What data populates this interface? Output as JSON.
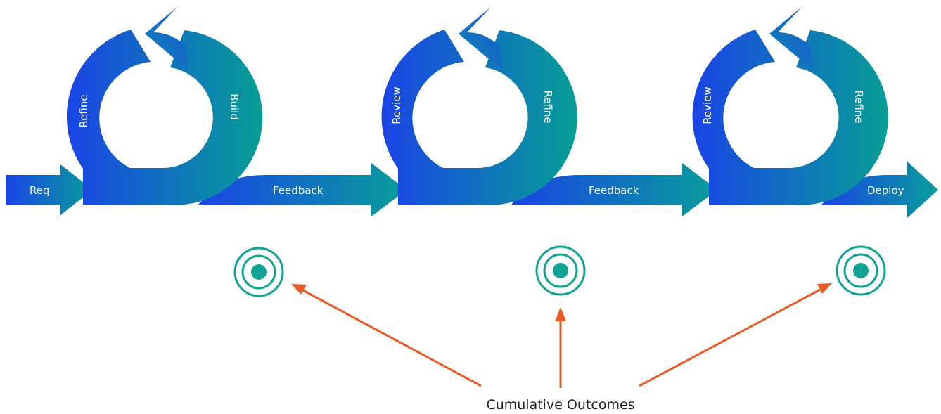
{
  "colors": {
    "gradient_start": "#1a44e6",
    "gradient_end": "#089e9a",
    "target": "#10a394",
    "arrow_accent": "#e85b26",
    "text_light": "#ffffff",
    "text_dark": "#222222"
  },
  "flow": {
    "start_label": "Req",
    "segment_labels": [
      "Feedback",
      "Feedback",
      "Deploy"
    ]
  },
  "cycles": [
    {
      "left_label": "Refine",
      "right_label": "Build"
    },
    {
      "left_label": "Review",
      "right_label": "Refine"
    },
    {
      "left_label": "Review",
      "right_label": "Refine"
    }
  ],
  "targets": [
    {
      "icon": "target-icon"
    },
    {
      "icon": "target-icon"
    },
    {
      "icon": "target-icon"
    }
  ],
  "caption": "Cumulative Outcomes"
}
